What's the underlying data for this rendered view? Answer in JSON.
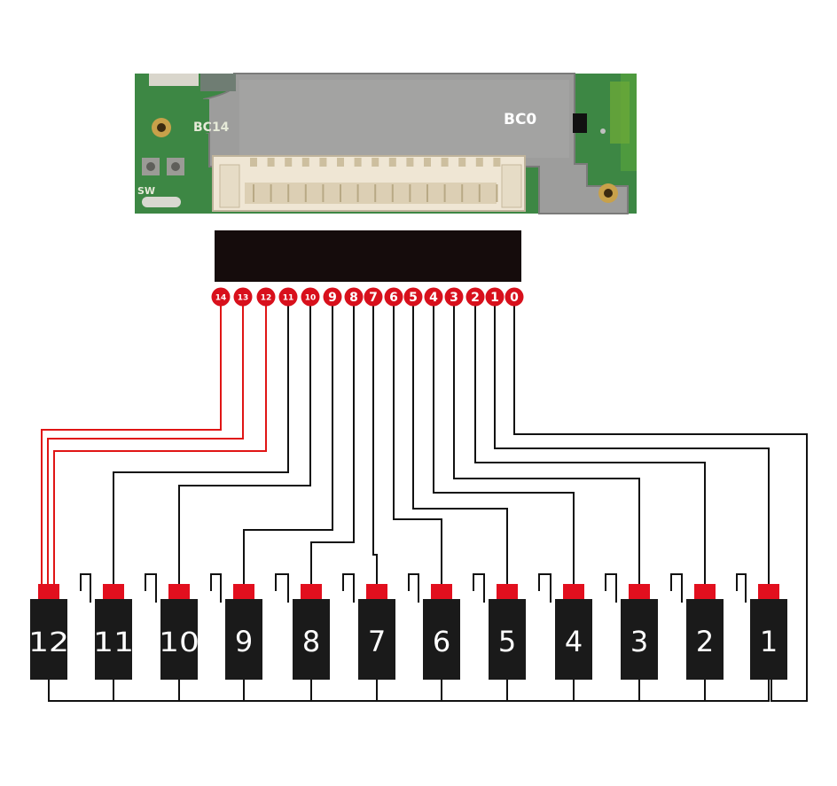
{
  "board": {
    "left_label": "BC14",
    "right_label": "BC0",
    "switch_label": "SW"
  },
  "pins": [
    "14",
    "13",
    "12",
    "11",
    "10",
    "9",
    "8",
    "7",
    "6",
    "5",
    "4",
    "3",
    "2",
    "1",
    "0"
  ],
  "cells": [
    "12",
    "11",
    "10",
    "9",
    "8",
    "7",
    "6",
    "5",
    "4",
    "3",
    "2",
    "1"
  ],
  "colors": {
    "pcb_green": "#3f8a43",
    "shield_gray": "#9a9a99",
    "connector_black": "#150c0c",
    "pin_red": "#d8101c",
    "wire_red": "#e01515",
    "wire_black": "#111111",
    "cell_black": "#1a1a1a",
    "terminal_red": "#e20f1e"
  }
}
